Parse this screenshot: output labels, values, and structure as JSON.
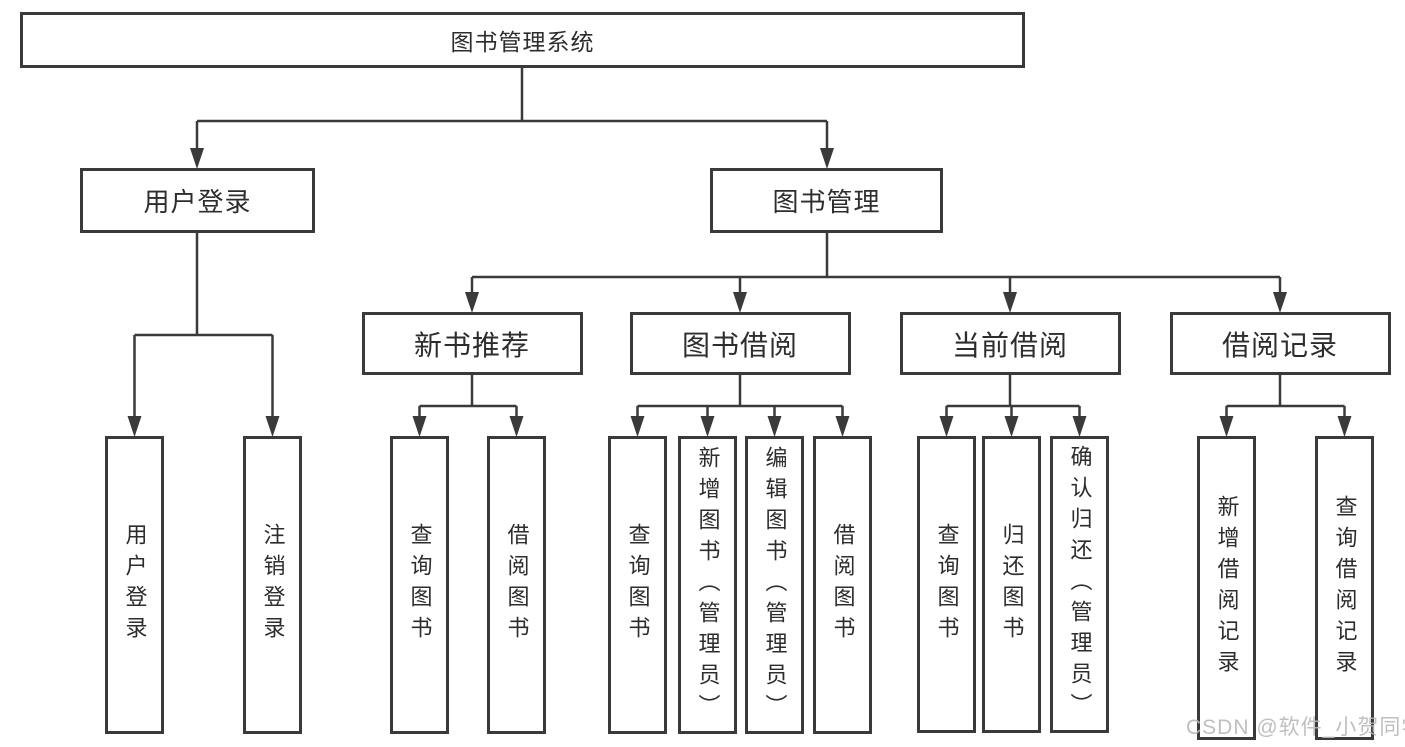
{
  "root": {
    "label": "图书管理系统"
  },
  "branches": [
    {
      "label": "用户登录",
      "leaves": [
        "用户登录",
        "注销登录"
      ]
    },
    {
      "label": "图书管理",
      "children": [
        {
          "label": "新书推荐",
          "leaves": [
            "查询图书",
            "借阅图书"
          ]
        },
        {
          "label": "图书借阅",
          "leaves": [
            "查询图书",
            "新增图书（管理员）",
            "编辑图书（管理员）",
            "借阅图书"
          ]
        },
        {
          "label": "当前借阅",
          "leaves": [
            "查询图书",
            "归还图书",
            "确认归还（管理员）"
          ]
        },
        {
          "label": "借阅记录",
          "leaves": [
            "新增借阅记录",
            "查询借阅记录"
          ]
        }
      ]
    }
  ],
  "watermark": "CSDN @软件_小贺同学",
  "colors": {
    "line": "#3a3a3a",
    "box_border": "#3a3a3a",
    "text": "#2d2d2d",
    "watermark": "#b9b9b9",
    "background": "#ffffff"
  }
}
